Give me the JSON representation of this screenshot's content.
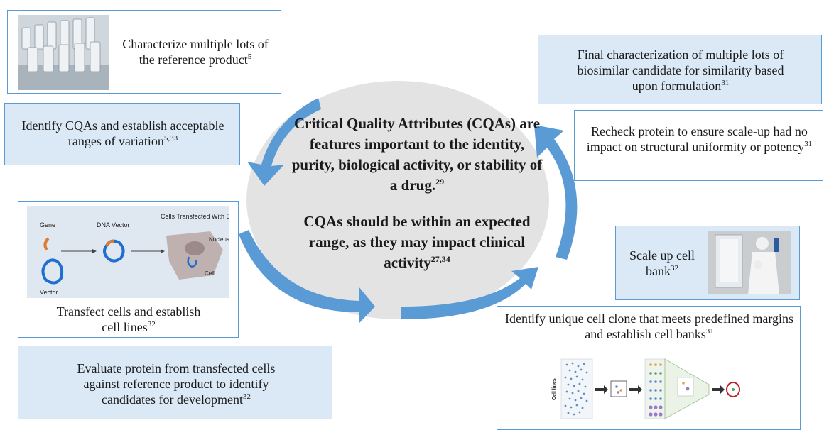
{
  "center": {
    "para1": "Critical Quality Attributes (CQAs) are features important to the identity, purity, biological activity, or stability of a drug.",
    "para1_sup": "29",
    "para2": "CQAs should be within an expected range, as they may impact clinical activity",
    "para2_sup": "27,34"
  },
  "steps": [
    {
      "id": "characterize-ref",
      "text": "Characterize multiple lots of the reference product",
      "sup": "5"
    },
    {
      "id": "identify-cqas",
      "text": "Identify CQAs and establish acceptable ranges of variation",
      "sup": "5,33"
    },
    {
      "id": "transfect",
      "text": "Transfect cells and establish cell lines",
      "sup": "32"
    },
    {
      "id": "evaluate",
      "text": "Evaluate protein from transfected cells against reference product to identify candidates for development",
      "sup": "32"
    },
    {
      "id": "identify-clone",
      "text": "Identify unique cell clone that meets predefined margins and establish cell banks",
      "sup": "31"
    },
    {
      "id": "scale-up",
      "text": "Scale up cell bank",
      "sup": "32"
    },
    {
      "id": "recheck",
      "text": "Recheck protein to ensure scale-up had no impact on structural uniformity or potency",
      "sup": "31"
    },
    {
      "id": "final",
      "text": "Final characterization of multiple lots of biosimilar candidate for similarity based upon formulation",
      "sup": "31"
    }
  ],
  "transfect_figure": {
    "gene": "Gene",
    "dna_vector": "DNA Vector",
    "cells_transfected": "Cells Transfected With DNA Vector",
    "nucleus": "Nucleus",
    "cell": "Cell",
    "vector": "Vector"
  },
  "clone_figure": {
    "cell_lines": "Cell lines"
  },
  "colors": {
    "arrow": "#5b9bd5",
    "box_fill": "#dbe9f6",
    "box_border": "#5b9bd5",
    "ellipse": "#e3e3e3"
  }
}
